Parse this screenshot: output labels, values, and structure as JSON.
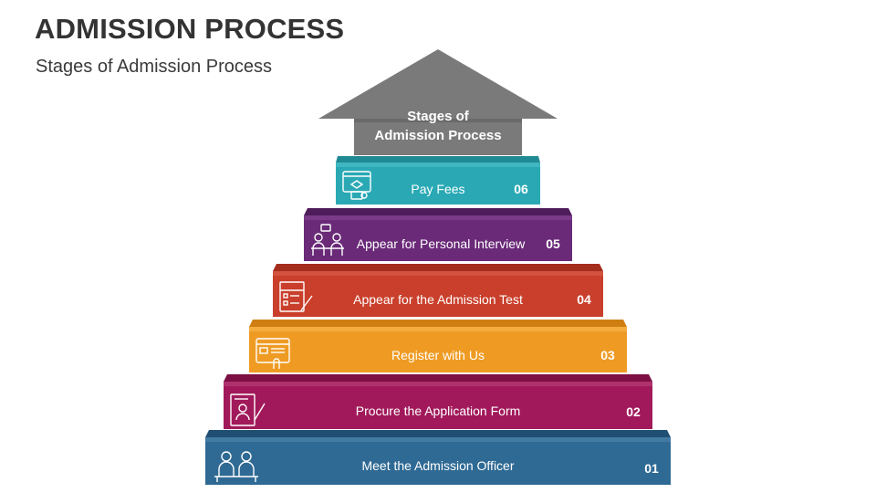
{
  "header": {
    "title": "ADMISSION PROCESS",
    "subtitle": "Stages of Admission Process"
  },
  "arrow": {
    "label_line1": "Stages of",
    "label_line2": "Admission Process",
    "color": "#7a7a7a"
  },
  "steps": [
    {
      "number": "01",
      "label": "Meet the Admission Officer",
      "icon": "meeting-people-icon",
      "color": "#2f6a94",
      "top_color": "#1f4f73"
    },
    {
      "number": "02",
      "label": "Procure the Application Form",
      "icon": "application-form-icon",
      "color": "#a1195a",
      "top_color": "#7c0f43"
    },
    {
      "number": "03",
      "label": "Register with Us",
      "icon": "registration-screen-icon",
      "color": "#ef9b23",
      "top_color": "#cf7f12"
    },
    {
      "number": "04",
      "label": "Appear for the Admission Test",
      "icon": "test-paper-icon",
      "color": "#c93f2b",
      "top_color": "#a42d1c"
    },
    {
      "number": "05",
      "label": "Appear for Personal Interview",
      "icon": "interview-icon",
      "color": "#6a2a78",
      "top_color": "#4e1c5a"
    },
    {
      "number": "06",
      "label": "Pay Fees",
      "icon": "fee-payment-icon",
      "color": "#2aa9b5",
      "top_color": "#1f8a94"
    }
  ]
}
